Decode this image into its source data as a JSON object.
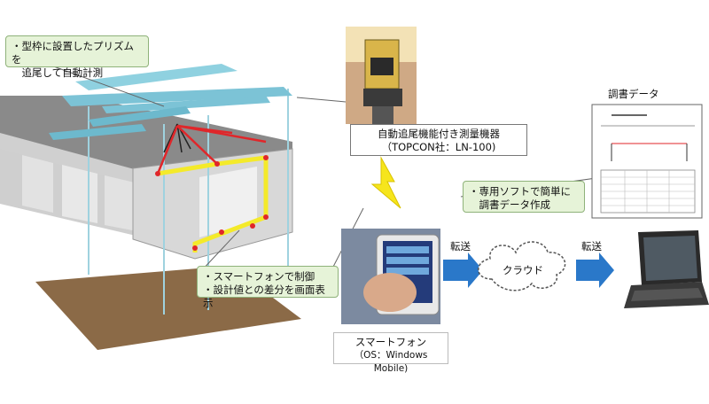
{
  "callouts": {
    "prism": {
      "line1": "・型枠に設置したプリズムを",
      "line2": "　追尾して自動計測"
    },
    "smartphone_control": {
      "line1": "・スマートフォンで制御",
      "line2": "・設計値との差分を画面表示"
    },
    "software": {
      "line1": "・専用ソフトで簡単に",
      "line2": "　調書データ作成"
    }
  },
  "instrument": {
    "name": "自動追尾機能付き測量機器",
    "model": "（TOPCON社：LN-100)"
  },
  "smartphone": {
    "name": "スマートフォン",
    "os": "（OS：Windows Mobile)"
  },
  "report_data_label": "調書データ",
  "cloud_label": "クラウド",
  "transfer_labels": [
    "転送",
    "転送"
  ],
  "colors": {
    "callout_green": "#e6f3d8",
    "arrow_blue": "#2a78c9",
    "prism_red": "#e0262a",
    "frame_yellow": "#f4ea2a",
    "lightning_yellow": "#f6e51c"
  }
}
